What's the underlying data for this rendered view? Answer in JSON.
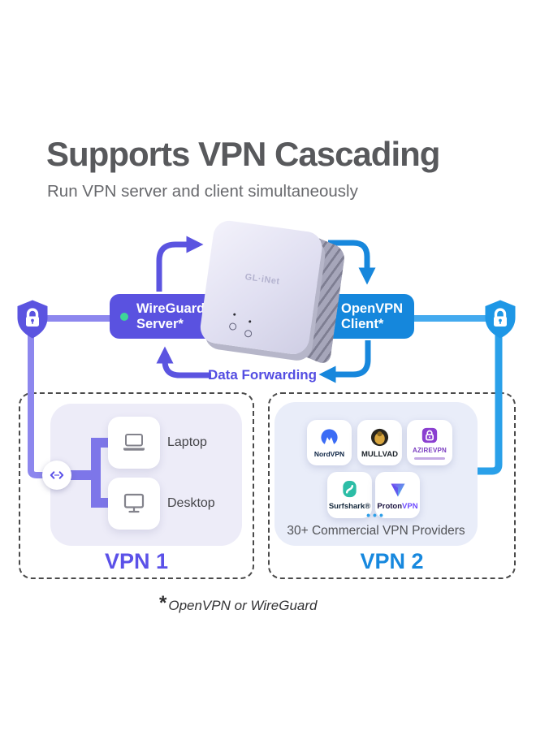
{
  "header": {
    "title": "Supports VPN Cascading",
    "subtitle": "Run VPN server and client simultaneously"
  },
  "diagram": {
    "wireguard_box": {
      "line1": "WireGuard",
      "line2": "Server*"
    },
    "openvpn_box": {
      "line1": "OpenVPN",
      "line2": "Client*"
    },
    "data_forwarding": "Data Forwarding",
    "device_logo": "GL·iNet"
  },
  "vpn1": {
    "title": "VPN 1",
    "devices": [
      {
        "label": "Laptop"
      },
      {
        "label": "Desktop"
      }
    ]
  },
  "vpn2": {
    "title": "VPN 2",
    "providers": {
      "nordvpn": "NordVPN",
      "mullvad": "MULLVAD",
      "azirevpn": "AZIREVPN",
      "surfshark": "Surfshark®",
      "proton_name": "Proton",
      "proton_suffix": "VPN"
    },
    "more": "•••",
    "caption": "30+ Commercial VPN Providers"
  },
  "footnote": {
    "mark": "*",
    "text": "OpenVPN or WireGuard"
  },
  "colors": {
    "purple": "#5b54e0",
    "purple_light": "#8d87ee",
    "purple_text": "#5b51e8",
    "blue": "#1787dc",
    "blue_light": "#43aaef",
    "blue_text": "#1788de",
    "green_dot": "#3ed598"
  }
}
